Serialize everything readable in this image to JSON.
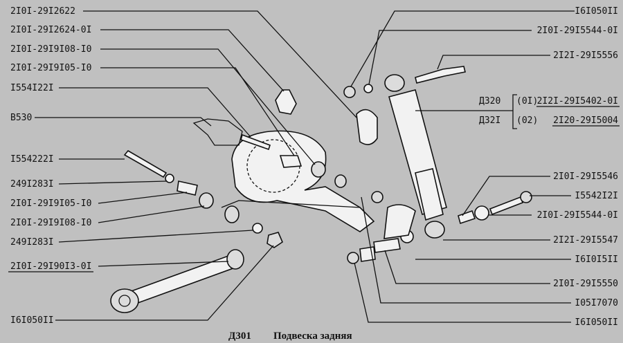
{
  "title": {
    "code": "Д301",
    "name": "Подвеска задняя"
  },
  "left_labels": [
    "2I0I-29I2622",
    "2I0I-29I2624-0I",
    "2I0I-29I9I08-I0",
    "2I0I-29I9I05-I0",
    "I554I22I",
    "B530",
    "I554222I",
    "249I283I",
    "2I0I-29I9I05-I0",
    "2I0I-29I9I08-I0",
    "249I283I",
    "2I0I-29I90I3-0I",
    "I6I050II"
  ],
  "right_labels": [
    "I6I050II",
    "2I0I-29I5544-0I",
    "2I2I-29I5556",
    "2I0I-29I5546",
    "I5542I2I",
    "2I0I-29I5544-0I",
    "2I2I-29I5547",
    "I6I0I5II",
    "2I0I-29I5550",
    "I05I7070",
    "I6I050II"
  ],
  "shock_variants": {
    "model_1": "Д320",
    "model_2": "Д32I",
    "variant_1": "(0I)",
    "part_1": "2I2I-29I5402-0I",
    "variant_2": "(02)",
    "part_2": "2I20-29I5004"
  }
}
